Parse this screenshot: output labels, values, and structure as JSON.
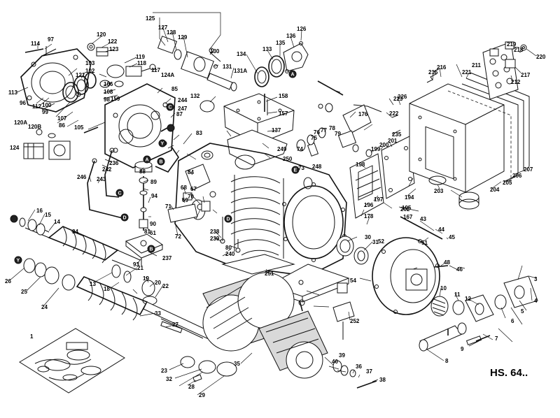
{
  "reference_code": "HS. 64..",
  "connection_markers": [
    "A",
    "B",
    "C",
    "D",
    "E",
    "X",
    "Y"
  ],
  "part_numbers": [
    "1",
    "3",
    "4",
    "5",
    "6",
    "7",
    "8",
    "9",
    "10",
    "11",
    "12",
    "13",
    "14",
    "15",
    "16",
    "18",
    "19",
    "20",
    "21",
    "22",
    "23",
    "24",
    "25",
    "26",
    "27",
    "28",
    "29",
    "30",
    "31",
    "32",
    "33",
    "34",
    "35",
    "36",
    "37",
    "38",
    "39",
    "40",
    "43",
    "44",
    "45",
    "46",
    "48",
    "51",
    "52",
    "54",
    "61",
    "67",
    "68",
    "69",
    "70",
    "71",
    "72",
    "73",
    "74",
    "75",
    "76",
    "77",
    "78",
    "79",
    "80",
    "81",
    "83",
    "84",
    "85",
    "86",
    "87",
    "88",
    "89",
    "90",
    "93",
    "94",
    "96",
    "97",
    "98",
    "99",
    "100",
    "102",
    "103",
    "105",
    "106",
    "107",
    "108",
    "112",
    "113",
    "114",
    "117",
    "118",
    "119",
    "120",
    "120A",
    "120B",
    "121",
    "122",
    "123",
    "124",
    "124A",
    "125",
    "126",
    "127",
    "128",
    "129",
    "130",
    "131",
    "131A",
    "132",
    "133",
    "134",
    "135",
    "136",
    "137",
    "157",
    "158",
    "159",
    "167",
    "176",
    "178",
    "194",
    "195",
    "196",
    "197",
    "198",
    "199",
    "200",
    "201",
    "202",
    "203",
    "204",
    "205",
    "206",
    "207",
    "211",
    "212",
    "215",
    "216",
    "217",
    "218",
    "219",
    "220",
    "221",
    "222",
    "223",
    "226",
    "235",
    "236",
    "237",
    "238",
    "239",
    "240",
    "242",
    "243",
    "244",
    "246",
    "247",
    "248",
    "249",
    "250",
    "251",
    "252"
  ]
}
